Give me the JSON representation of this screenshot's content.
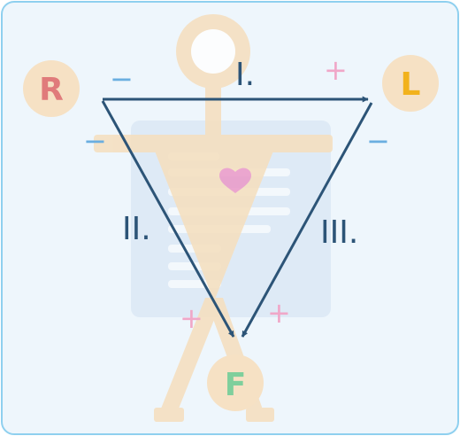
{
  "electrodes": {
    "right_arm": {
      "label": "R",
      "color": "#e07b7b"
    },
    "left_arm": {
      "label": "L",
      "color": "#f2b21c"
    },
    "foot": {
      "label": "F",
      "color": "#7fcf9c"
    }
  },
  "leads": {
    "lead_1": "I.",
    "lead_2": "II.",
    "lead_3": "III."
  },
  "polarity": {
    "negative": "−",
    "positive": "+"
  },
  "colors": {
    "panel_background": "#eef6fc",
    "panel_border": "#8fd0ef",
    "figure": "#f5dfbf",
    "electrode_badge": "#f6e1c4",
    "arrow": "#2c5477",
    "negative_sign": "#6aaee0",
    "positive_sign": "#f0a7c8",
    "heart": "#ea9bc9"
  }
}
